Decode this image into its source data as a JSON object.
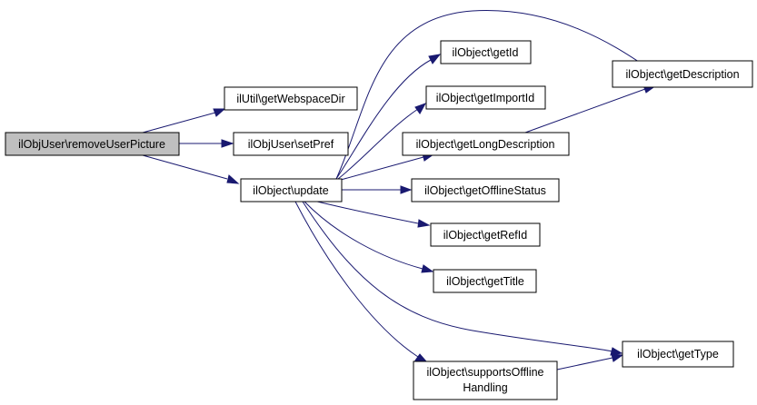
{
  "colors": {
    "edge": "#191970",
    "root_fill": "#bfbfbf",
    "node_fill": "#ffffff",
    "node_border": "#000000"
  },
  "nodes": {
    "removeUserPicture": "ilObjUser\\removeUserPicture",
    "getWebspaceDir": "ilUtil\\getWebspaceDir",
    "setPref": "ilObjUser\\setPref",
    "update": "ilObject\\update",
    "getId": "ilObject\\getId",
    "getImportId": "ilObject\\getImportId",
    "getLongDescription": "ilObject\\getLongDescription",
    "getOfflineStatus": "ilObject\\getOfflineStatus",
    "getRefId": "ilObject\\getRefId",
    "getTitle": "ilObject\\getTitle",
    "supportsOfflineHandling_line1": "ilObject\\supportsOffline",
    "supportsOfflineHandling_line2": "Handling",
    "getDescription": "ilObject\\getDescription",
    "getType": "ilObject\\getType"
  },
  "edges": [
    [
      "removeUserPicture",
      "getWebspaceDir"
    ],
    [
      "removeUserPicture",
      "setPref"
    ],
    [
      "removeUserPicture",
      "update"
    ],
    [
      "update",
      "getId"
    ],
    [
      "update",
      "getImportId"
    ],
    [
      "update",
      "getLongDescription"
    ],
    [
      "update",
      "getOfflineStatus"
    ],
    [
      "update",
      "getRefId"
    ],
    [
      "update",
      "getTitle"
    ],
    [
      "update",
      "supportsOfflineHandling"
    ],
    [
      "update",
      "getDescription"
    ],
    [
      "update",
      "getType"
    ],
    [
      "getLongDescription",
      "getDescription"
    ],
    [
      "supportsOfflineHandling",
      "getType"
    ]
  ]
}
